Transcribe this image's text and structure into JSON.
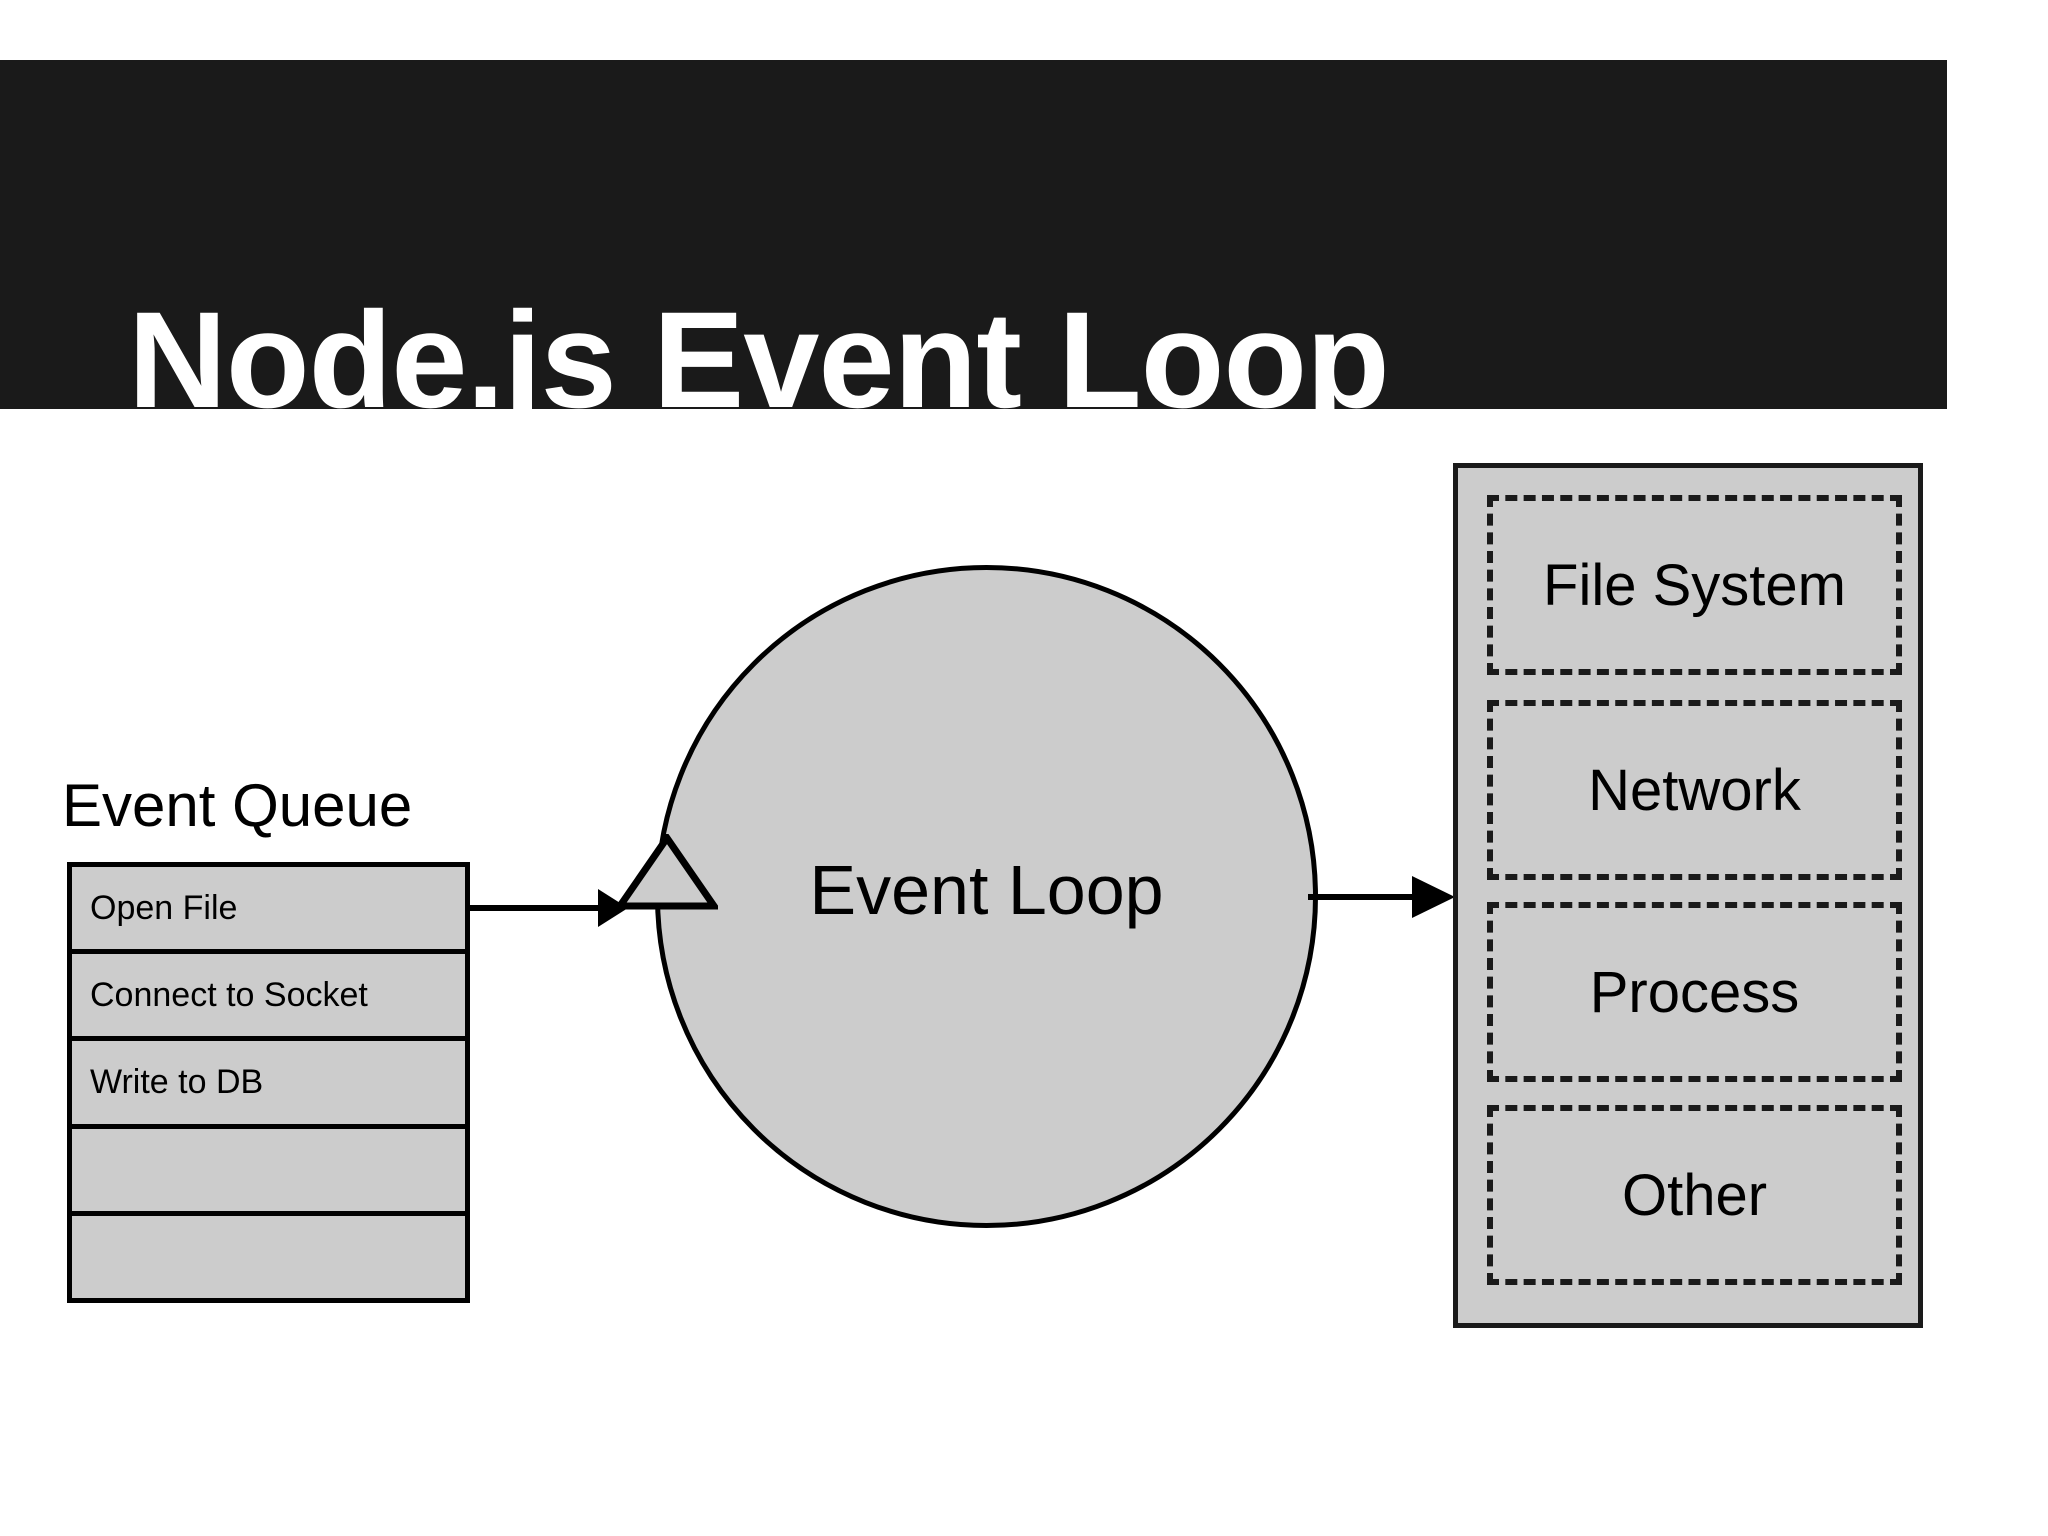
{
  "slide": {
    "title": "Node.js Event Loop",
    "title_bar_color": "#1a1a1a",
    "title_text_color": "#ffffff",
    "background_color": "#ffffff",
    "shape_fill_color": "#cccccc",
    "shape_stroke_color": "#000000"
  },
  "event_queue": {
    "label": "Event Queue",
    "rows": [
      {
        "text": "Open File"
      },
      {
        "text": "Connect to Socket"
      },
      {
        "text": "Write to DB"
      },
      {
        "text": ""
      },
      {
        "text": ""
      }
    ]
  },
  "event_loop": {
    "label": "Event Loop"
  },
  "resources": {
    "items": [
      {
        "label": "File System"
      },
      {
        "label": "Network"
      },
      {
        "label": "Process"
      },
      {
        "label": "Other"
      }
    ]
  },
  "connectors": {
    "queue_to_loop": "arrow-right",
    "loop_to_resources": "arrow-right"
  }
}
